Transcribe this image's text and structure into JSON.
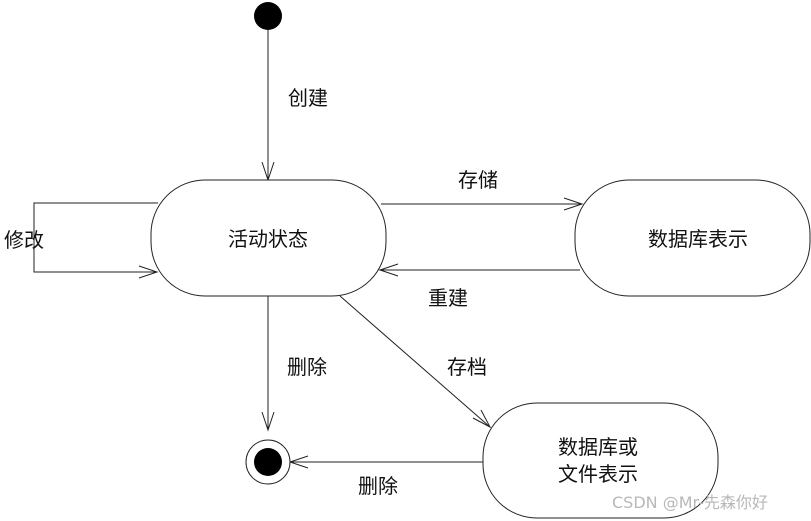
{
  "states": {
    "active": "活动状态",
    "database": "数据库表示",
    "archive_line1": "数据库或",
    "archive_line2": "文件表示"
  },
  "transitions": {
    "create": "创建",
    "modify": "修改",
    "store": "存储",
    "rebuild": "重建",
    "delete": "删除",
    "archive": "存档",
    "delete_from_archive": "删除"
  },
  "watermark": "CSDN @Mr-先森你好"
}
